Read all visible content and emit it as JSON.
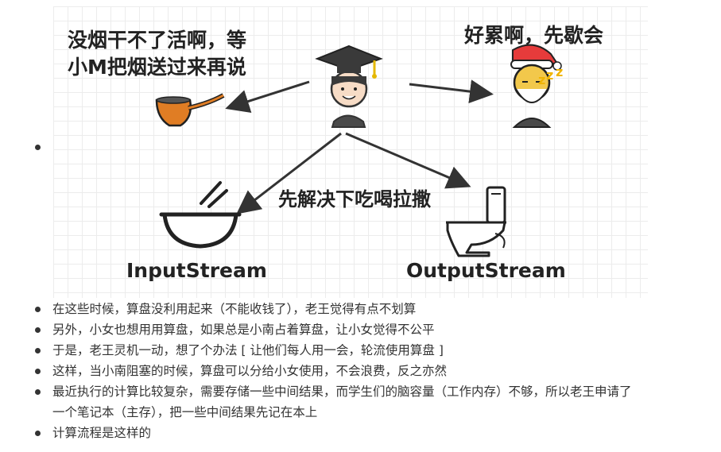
{
  "figure": {
    "caption_left_line1": "没烟干不了活啊，等",
    "caption_left_line2": "小M把烟送过来再说",
    "caption_right": "好累啊，先歇会",
    "caption_middle": "先解决下吃喝拉撒",
    "label_input": "InputStream",
    "label_output": "OutputStream",
    "icons": [
      "student-graduate-icon",
      "pipe-icon",
      "santa-sleeping-icon",
      "bowl-icon",
      "toilet-icon"
    ]
  },
  "notes": [
    {
      "lines": [
        "在这些时候，算盘没利用起来（不能收钱了），老王觉得有点不划算"
      ]
    },
    {
      "lines": [
        "另外，小女也想用用算盘，如果总是小南占着算盘，让小女觉得不公平"
      ]
    },
    {
      "lines": [
        "于是，老王灵机一动，想了个办法 [ 让他们每人用一会，轮流使用算盘 ]"
      ]
    },
    {
      "lines": [
        "这样，当小南阻塞的时候，算盘可以分给小女使用，不会浪费，反之亦然"
      ]
    },
    {
      "lines": [
        "最近执行的计算比较复杂，需要存储一些中间结果，而学生们的脑容量（工作内存）不够，所以老王申请了",
        "一个笔记本（主存），把一些中间结果先记在本上"
      ]
    },
    {
      "lines": [
        "计算流程是这样的"
      ]
    }
  ]
}
